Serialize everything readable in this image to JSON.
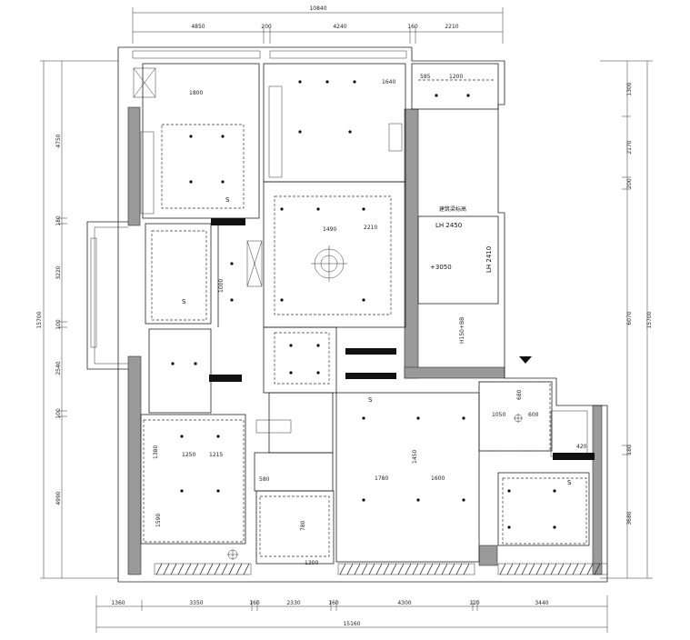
{
  "top_dims": {
    "overall": "10840",
    "segments": [
      "4850",
      "200",
      "4240",
      "160",
      "2210"
    ]
  },
  "bottom_dims": {
    "overall": "15160",
    "segments": [
      "1360",
      "3350",
      "160",
      "2330",
      "160",
      "4300",
      "120",
      "3440"
    ]
  },
  "left_dims": {
    "overall": "15700",
    "segments": [
      "4750",
      "180",
      "3220",
      "100",
      "2540",
      "100",
      "4990"
    ]
  },
  "right_dims": {
    "overall": "15700",
    "segments": [
      "1300",
      "2170",
      "200",
      "6070",
      "180",
      "3680"
    ]
  },
  "room_labels": {
    "ceiling_height_a": "LH 2450",
    "ceiling_height_b": "LH 2410",
    "level_mark": "+3050",
    "note": "H150+BB",
    "section_mark": "S",
    "header_note": "建筑梁标高"
  },
  "interior_dims": [
    "1800",
    "1640",
    "1250",
    "1215",
    "1590",
    "2210",
    "1490",
    "1000",
    "1450",
    "1050",
    "600",
    "585",
    "1200",
    "1380",
    "1780",
    "1600",
    "680",
    "780",
    "420",
    "580",
    "1300"
  ],
  "colors": {
    "wall_fill": "#9a9a9a",
    "line": "#222222"
  }
}
